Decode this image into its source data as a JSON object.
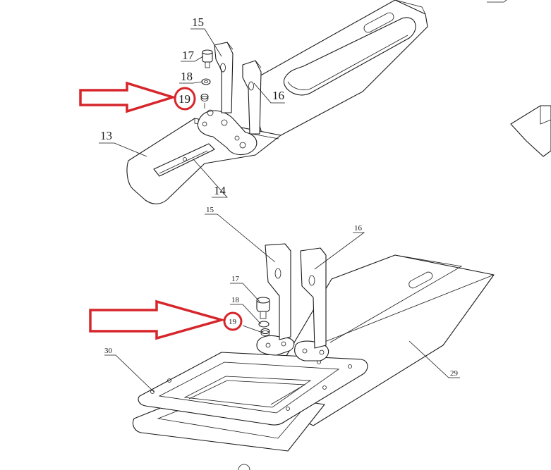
{
  "colors": {
    "highlight": "#d6262b",
    "line": "#1a1a1a"
  },
  "top_view": {
    "callouts": {
      "p13": "13",
      "p14": "14",
      "p15": "15",
      "p16": "16",
      "p17": "17",
      "p18": "18",
      "p19": "19"
    },
    "highlighted_part": "19"
  },
  "bottom_view": {
    "callouts": {
      "p15": "15",
      "p16": "16",
      "p17": "17",
      "p18": "18",
      "p19": "19",
      "p29": "29",
      "p30": "30"
    },
    "highlighted_part": "19"
  }
}
